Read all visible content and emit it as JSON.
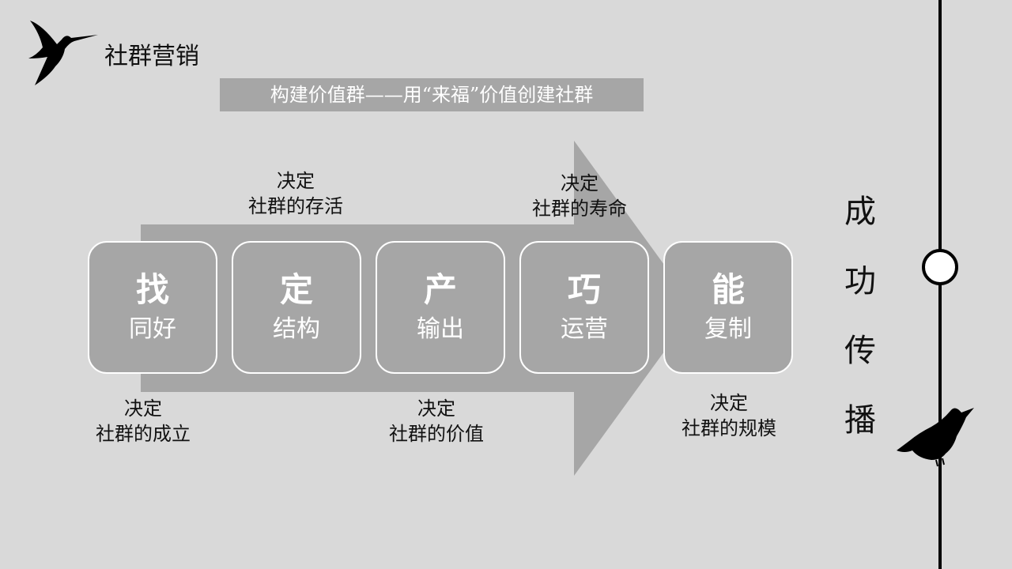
{
  "header": {
    "title": "社群营销",
    "banner": "构建价值群——用“来福”价值创建社群"
  },
  "steps": [
    {
      "char": "找",
      "label": "同好"
    },
    {
      "char": "定",
      "label": "结构"
    },
    {
      "char": "产",
      "label": "输出"
    },
    {
      "char": "巧",
      "label": "运营"
    },
    {
      "char": "能",
      "label": "复制"
    }
  ],
  "notes_top": [
    {
      "line1": "决定",
      "line2": "社群的存活"
    },
    {
      "line1": "决定",
      "line2": "社群的寿命"
    }
  ],
  "notes_bottom": [
    {
      "line1": "决定",
      "line2": "社群的成立"
    },
    {
      "line1": "决定",
      "line2": "社群的价值"
    },
    {
      "line1": "决定",
      "line2": "社群的规模"
    }
  ],
  "side_text": [
    "成",
    "功",
    "传",
    "播"
  ],
  "colors": {
    "background": "#d9d9d9",
    "shape_gray": "#a6a6a6",
    "text_dark": "#111111"
  },
  "icons": [
    "hummingbird-icon",
    "perched-bird-icon"
  ]
}
